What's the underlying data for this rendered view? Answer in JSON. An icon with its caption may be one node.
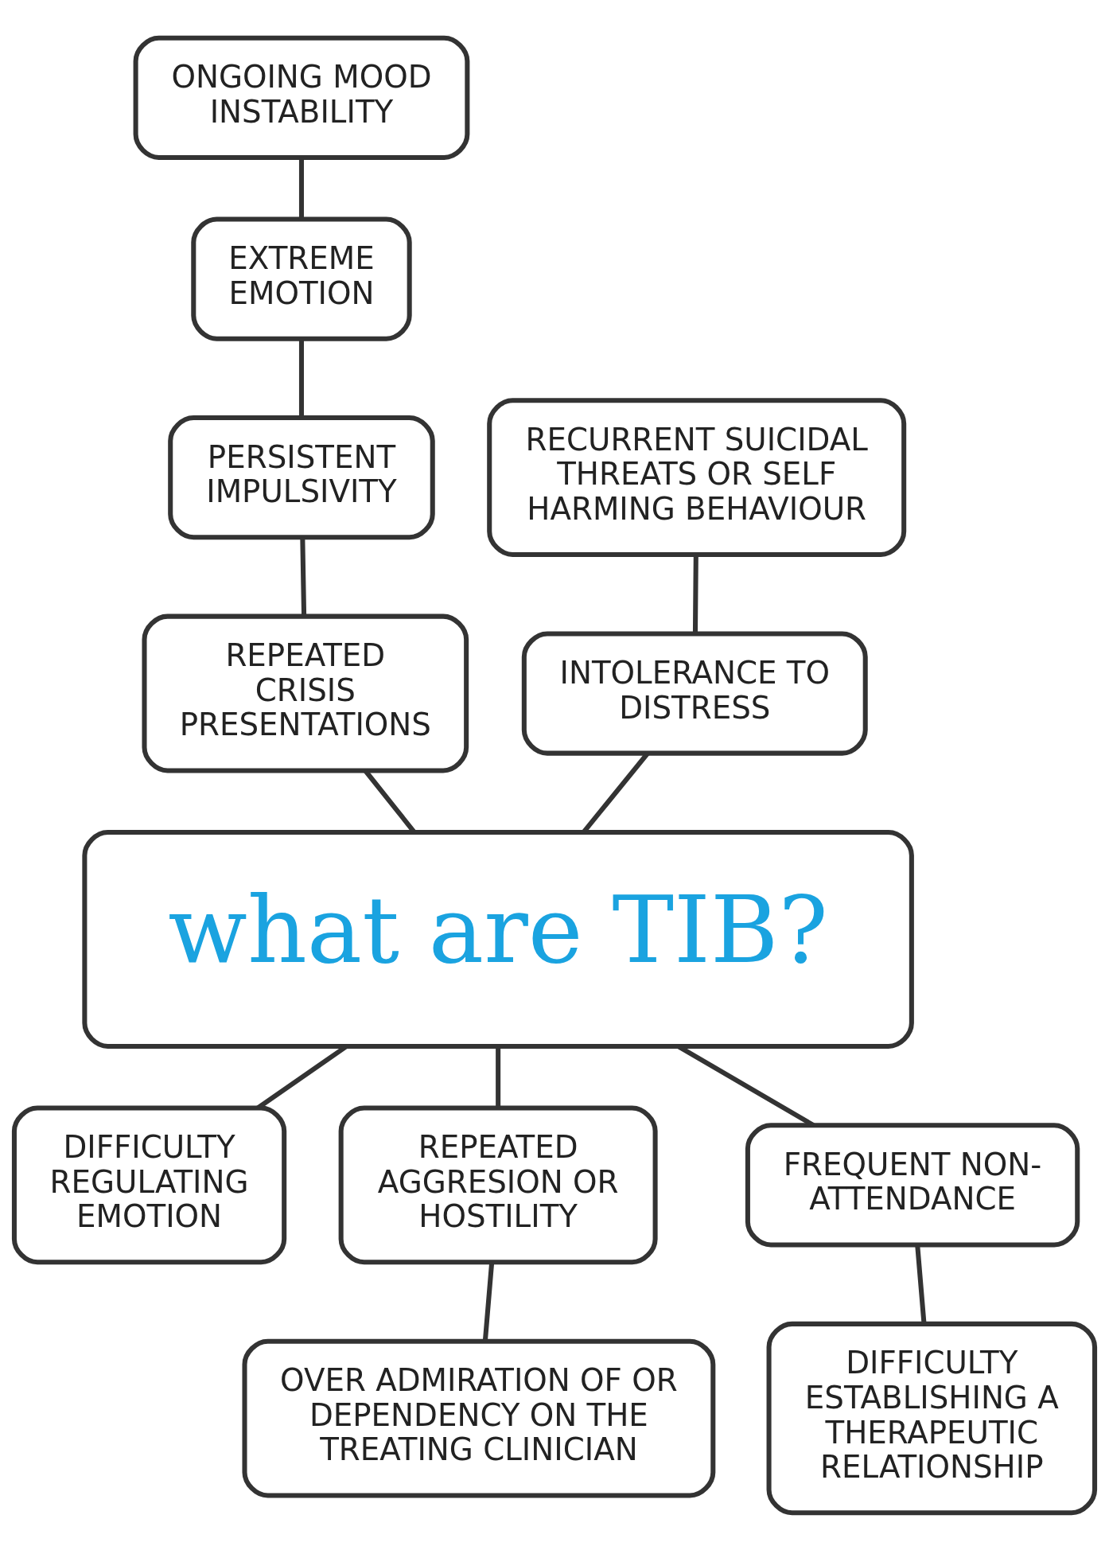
{
  "diagram": {
    "nodes": [
      {
        "text": [
          "ONGOING MOOD INSTABILITY"
        ]
      },
      {
        "text": [
          "EXTREME EMOTION"
        ]
      },
      {
        "text": [
          "RECURRENT SUICIDAL THREATS OR SELF HARMING BEHAVIOUR"
        ]
      },
      {
        "text": [
          "PERSISTENT IMPULSIVITY"
        ]
      },
      {
        "text": [
          "INTOLERANCE TO DISTRESS"
        ]
      },
      {
        "text": [
          "REPEATED CRISIS PRESENTATIONS"
        ]
      },
      {
        "text": [
          "what are TIB?"
        ]
      },
      {
        "text": [
          "DIFFICULTY REGULATING EMOTION"
        ]
      },
      {
        "text": [
          "REPEATED AGGRESION OR HOSTILITY"
        ]
      },
      {
        "text": [
          "FREQUENT NON-ATTENDANCE"
        ]
      },
      {
        "text": [
          "DIFFICULTY ESTABLISHING A THERAPEUTIC RELATIONSHIP"
        ]
      },
      {
        "text": [
          "OVER ADMIRATION OF OR DEPENDENCY ON THE TREATING CLINICIAN"
        ]
      }
    ],
    "edges": [
      {
        "from": 0,
        "to": 1,
        "arrow": "none"
      },
      {
        "from": 1,
        "to": 3,
        "arrow": "none"
      },
      {
        "from": 2,
        "to": 4,
        "arrow": "none"
      },
      {
        "from": 3,
        "to": 5,
        "arrow": "none"
      },
      {
        "from": 4,
        "to": 6,
        "arrow": "none"
      },
      {
        "from": 5,
        "to": 6,
        "arrow": "none"
      },
      {
        "from": 6,
        "to": 7,
        "arrow": "none"
      },
      {
        "from": 6,
        "to": 8,
        "arrow": "none"
      },
      {
        "from": 6,
        "to": 9,
        "arrow": "none"
      },
      {
        "from": 8,
        "to": 11,
        "arrow": "none"
      },
      {
        "from": 9,
        "to": 10,
        "arrow": "none"
      }
    ]
  }
}
